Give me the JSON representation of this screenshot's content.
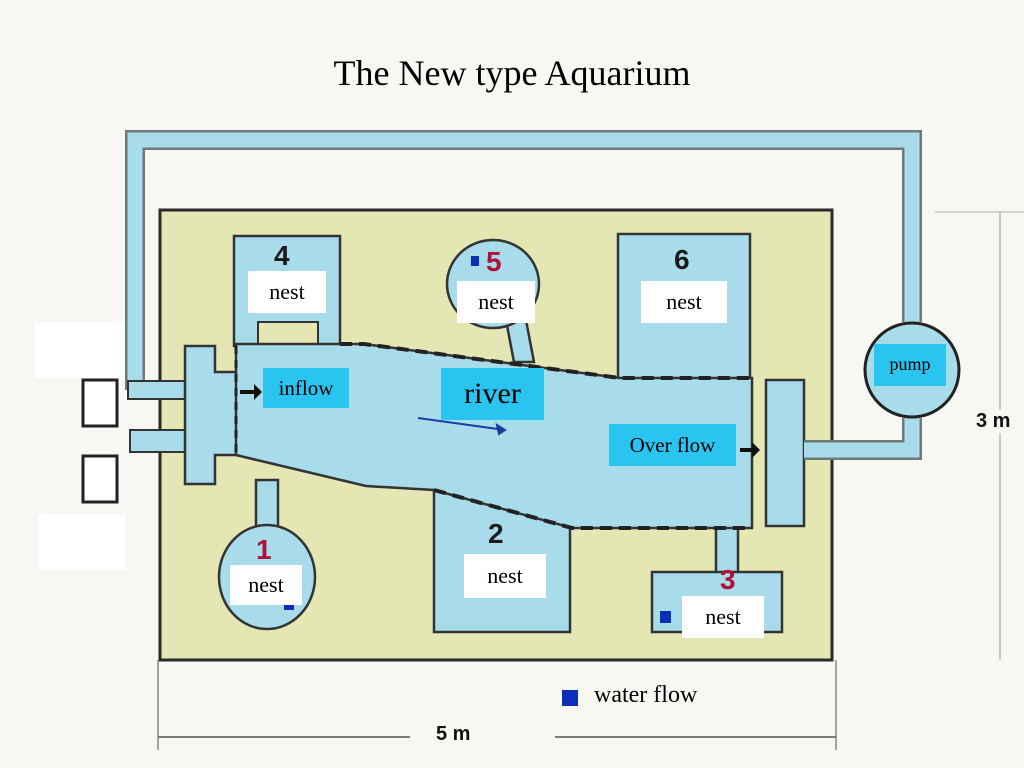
{
  "title": "The New type Aquarium",
  "labels": {
    "nest_4": "nest",
    "nest_5": "nest",
    "nest_6": "nest",
    "nest_1": "nest",
    "nest_2": "nest",
    "nest_3": "nest",
    "river": "river",
    "inflow": "inflow",
    "overflow": "Over flow",
    "pump": "pump"
  },
  "numbers": {
    "n1": "1",
    "n2": "2",
    "n3": "3",
    "n4": "4",
    "n5": "5",
    "n6": "6"
  },
  "dimensions": {
    "width": "5 m",
    "height": "3 m"
  },
  "legend": {
    "text": "water flow",
    "marker_color": "#0b2fb8"
  },
  "colors": {
    "water": "#a8dcea",
    "base": "#e4e6b4",
    "label_blue": "#29c4ef",
    "number_dark": "#1a1a1a",
    "number_red": "#b0103a"
  }
}
